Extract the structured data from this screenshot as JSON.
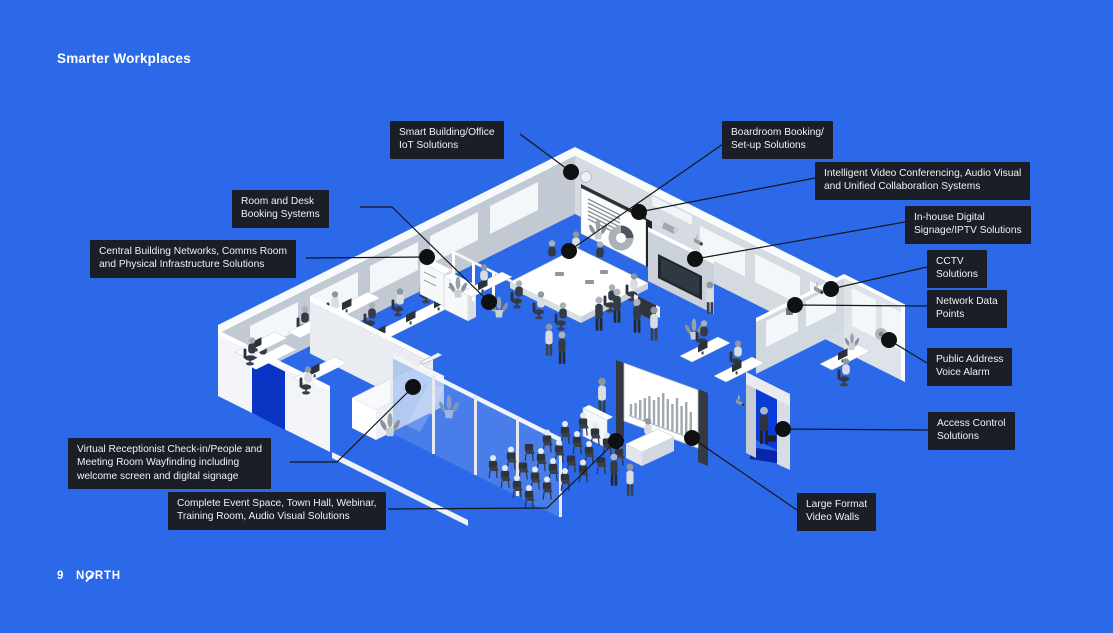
{
  "title": "Smarter Workplaces",
  "footer": {
    "page_number": "9",
    "brand": "NORTH"
  },
  "colors": {
    "background": "#2C69E8",
    "callout_bg": "#1A1B1E",
    "callout_text": "#F1F2F3",
    "connector_line": "#15161A",
    "dot": "#0F1012",
    "door_accent_blue": "#0A34C4"
  },
  "callouts": [
    {
      "id": "smart-iot",
      "label": "Smart Building/Office\nIoT Solutions"
    },
    {
      "id": "boardroom-booking",
      "label": "Boardroom Booking/\nSet-up Solutions"
    },
    {
      "id": "intelligent-vc",
      "label": "Intelligent Video Conferencing, Audio Visual\nand Unified Collaboration Systems"
    },
    {
      "id": "inhouse-signage",
      "label": "In-house Digital\nSignage/IPTV Solutions"
    },
    {
      "id": "cctv",
      "label": "CCTV\nSolutions"
    },
    {
      "id": "network-data",
      "label": "Network Data\nPoints"
    },
    {
      "id": "public-address",
      "label": "Public Address\nVoice Alarm"
    },
    {
      "id": "access-control",
      "label": "Access Control\nSolutions"
    },
    {
      "id": "large-format",
      "label": "Large Format\nVideo Walls"
    },
    {
      "id": "room-desk",
      "label": "Room and Desk\nBooking Systems"
    },
    {
      "id": "central-networks",
      "label": "Central Building Networks, Comms Room\nand Physical Infrastructure Solutions"
    },
    {
      "id": "virtual-receptionist",
      "label": "Virtual Receptionist Check-in/People and\nMeeting Room Wayfinding including\nwelcome screen and digital signage"
    },
    {
      "id": "complete-event",
      "label": "Complete Event Space, Town Hall, Webinar,\nTraining Room, Audio Visual Solutions"
    }
  ]
}
